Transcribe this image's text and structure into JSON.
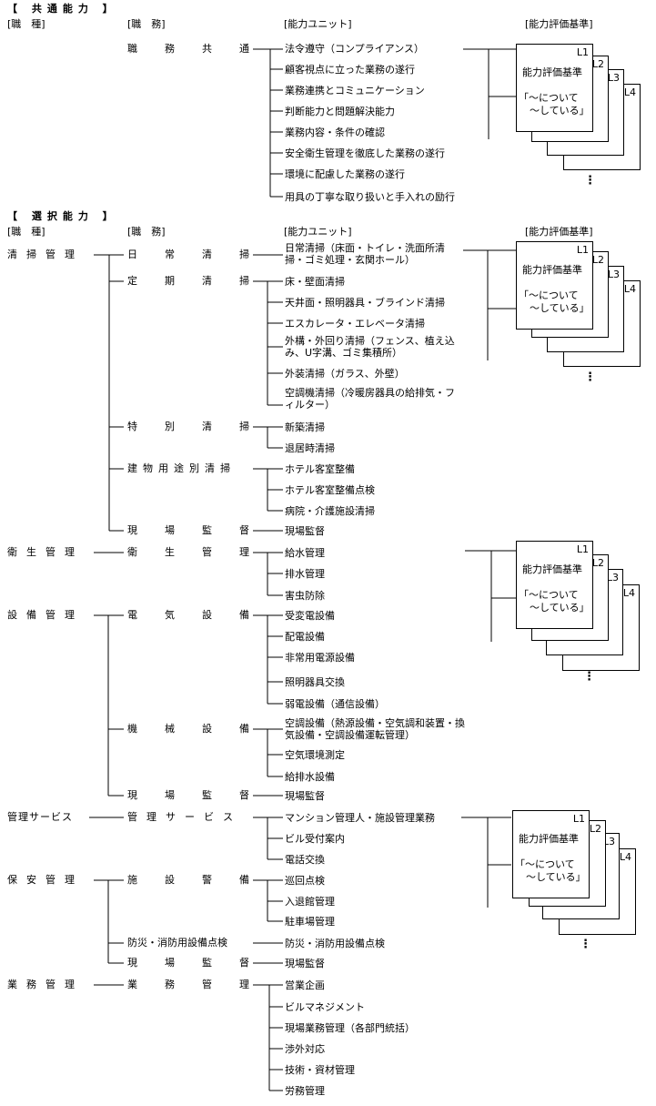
{
  "common": {
    "section_title": "【 共通能力 】",
    "headers": {
      "job_type": "[職　種]",
      "duty": "[職　務]",
      "unit": "[能力ユニット]",
      "criteria": "[能力評価基準]"
    },
    "duty": "職務共通",
    "units": [
      "法令遵守（コンプライアンス）",
      "顧客視点に立った業務の遂行",
      "業務連携とコミュニケーション",
      "判断能力と問題解決能力",
      "業務内容・条件の確認",
      "安全衛生管理を徹底した業務の遂行",
      "環境に配慮した業務の遂行",
      "用具の丁寧な取り扱いと手入れの励行"
    ]
  },
  "selective": {
    "section_title": "【 選択能力 】",
    "headers": {
      "job_type": "[職　種]",
      "duty": "[職　務]",
      "unit": "[能力ユニット]",
      "criteria": "[能力評価基準]"
    },
    "job_types": [
      {
        "name": "清掃管理",
        "duties": [
          {
            "name": "日常清掃",
            "units": [
              "日常清掃（床面・トイレ・洗面所清掃・ゴミ処理・玄関ホール）"
            ]
          },
          {
            "name": "定期清掃",
            "units": [
              "床・壁面清掃",
              "天井面・照明器具・ブラインド清掃",
              "エスカレータ・エレベータ清掃",
              "外構・外回り清掃（フェンス、植え込み、U字溝、ゴミ集積所）",
              "外装清掃（ガラス、外壁）",
              "空調機清掃（冷暖房器具の給排気・フィルター）"
            ]
          },
          {
            "name": "特別清掃",
            "units": [
              "新築清掃",
              "退居時清掃"
            ]
          },
          {
            "name": "建物用途別清掃",
            "units": [
              "ホテル客室整備",
              "ホテル客室整備点検",
              "病院・介護施設清掃"
            ]
          },
          {
            "name": "現場監督",
            "units": [
              "現場監督"
            ]
          }
        ]
      },
      {
        "name": "衛生管理",
        "duties": [
          {
            "name": "衛生管理",
            "units": [
              "給水管理",
              "排水管理",
              "害虫防除"
            ]
          }
        ]
      },
      {
        "name": "設備管理",
        "duties": [
          {
            "name": "電気設備",
            "units": [
              "受変電設備",
              "配電設備",
              "非常用電源設備",
              "照明器具交換",
              "弱電設備（通信設備）"
            ]
          },
          {
            "name": "機械設備",
            "units": [
              "空調設備（熱源設備・空気調和装置・換気設備・空調設備運転管理）",
              "空気環境測定",
              "給排水設備"
            ]
          },
          {
            "name": "現場監督",
            "units": [
              "現場監督"
            ]
          }
        ]
      },
      {
        "name": "管理サービス",
        "duties": [
          {
            "name": "管理サービス",
            "units": [
              "マンション管理人・施設管理業務",
              "ビル受付案内",
              "電話交換"
            ]
          }
        ]
      },
      {
        "name": "保安管理",
        "duties": [
          {
            "name": "施設警備",
            "units": [
              "巡回点検",
              "入退館管理",
              "駐車場管理"
            ]
          },
          {
            "name": "防災・消防用設備点検",
            "units": [
              "防災・消防用設備点検"
            ]
          },
          {
            "name": "現場監督",
            "units": [
              "現場監督"
            ]
          }
        ]
      },
      {
        "name": "業務管理",
        "duties": [
          {
            "name": "業務管理",
            "units": [
              "営業企画",
              "ビルマネジメント",
              "現場業務管理（各部門統括）",
              "渉外対応",
              "技術・資材管理",
              "労務管理"
            ]
          }
        ]
      }
    ]
  },
  "criteria_card": {
    "levels": [
      "L1",
      "L2",
      "L3",
      "L4"
    ],
    "title": "能力評価基準",
    "quote_line1": "「～について",
    "quote_line2": "～している」",
    "more": "⋮"
  }
}
